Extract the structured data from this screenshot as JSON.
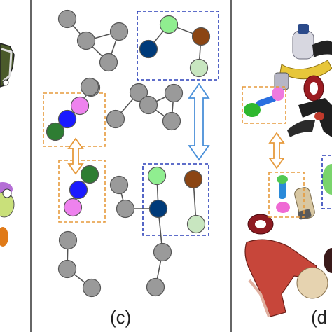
{
  "captions": {
    "panel_c": "(c)",
    "panel_d": "(d"
  },
  "colors": {
    "node_gray": "#9a9a9a",
    "node_stroke": "#555555",
    "edge": "#555555",
    "pink": "#ee82ee",
    "blue": "#1a1aff",
    "green": "#2e7d32",
    "light_green": "#90ee90",
    "brown": "#8b4513",
    "navy": "#003b7a",
    "pale_green": "#c8e6c0",
    "orange_box": "#e69a3c",
    "blue_box": "#2a3fb8",
    "light_blue_arrow": "#4a90d9",
    "divider": "#333333"
  },
  "panel_c": {
    "nodes": [
      {
        "id": "g1",
        "color": "node_gray"
      },
      {
        "id": "g2",
        "color": "node_gray"
      },
      {
        "id": "g3",
        "color": "node_gray"
      },
      {
        "id": "g4",
        "color": "node_gray"
      },
      {
        "id": "g5",
        "color": "node_gray"
      },
      {
        "id": "t_green",
        "color": "light_green"
      },
      {
        "id": "t_brown",
        "color": "brown"
      },
      {
        "id": "t_navy",
        "color": "navy"
      },
      {
        "id": "t_pale",
        "color": "pale_green"
      },
      {
        "id": "l_gray1",
        "color": "node_gray"
      },
      {
        "id": "l_gray2",
        "color": "node_gray"
      },
      {
        "id": "l_pink",
        "color": "pink"
      },
      {
        "id": "l_blue",
        "color": "blue"
      },
      {
        "id": "l_green",
        "color": "green"
      },
      {
        "id": "m1",
        "color": "node_gray"
      },
      {
        "id": "m2",
        "color": "node_gray"
      },
      {
        "id": "m3",
        "color": "node_gray"
      },
      {
        "id": "m4",
        "color": "node_gray"
      },
      {
        "id": "m5",
        "color": "node_gray"
      },
      {
        "id": "lb_green",
        "color": "green"
      },
      {
        "id": "lb_blue",
        "color": "blue"
      },
      {
        "id": "lb_pink",
        "color": "pink"
      },
      {
        "id": "b_gray1",
        "color": "node_gray"
      },
      {
        "id": "b_gray2",
        "color": "node_gray"
      },
      {
        "id": "rb_green",
        "color": "light_green"
      },
      {
        "id": "rb_brown",
        "color": "brown"
      },
      {
        "id": "rb_navy",
        "color": "navy"
      },
      {
        "id": "rb_pale",
        "color": "pale_green"
      },
      {
        "id": "rb_gray1",
        "color": "node_gray"
      },
      {
        "id": "rb_gray2",
        "color": "node_gray"
      },
      {
        "id": "bl1",
        "color": "node_gray"
      },
      {
        "id": "bl2",
        "color": "node_gray"
      },
      {
        "id": "bl3",
        "color": "node_gray"
      },
      {
        "id": "bl4",
        "color": "node_gray"
      }
    ]
  }
}
